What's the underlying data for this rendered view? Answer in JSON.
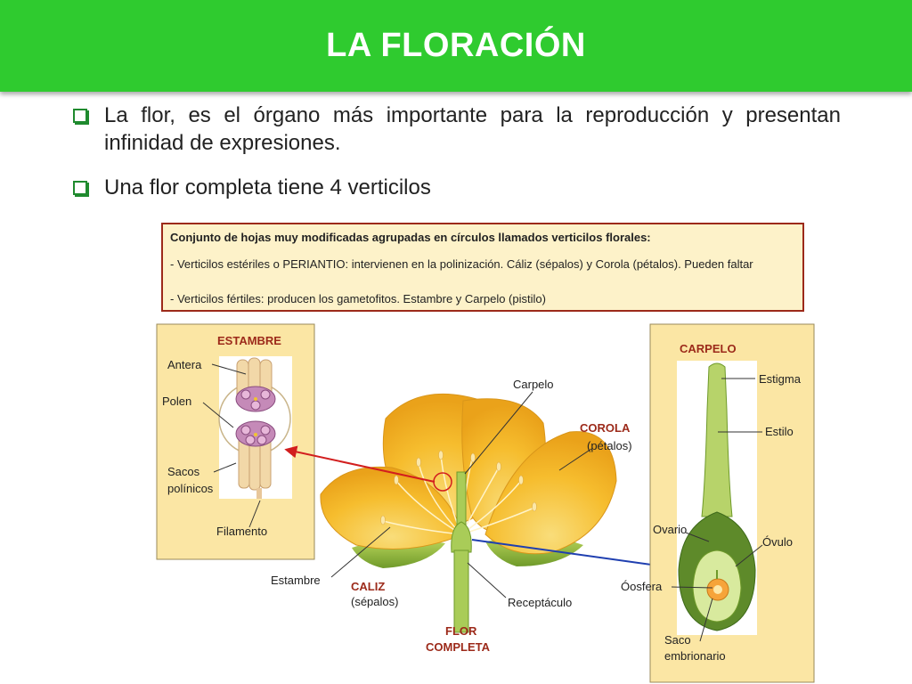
{
  "header": {
    "title": "LA FLORACIÓN"
  },
  "bullets": [
    "La flor, es el órgano más importante para la reproducción y presentan infinidad de expresiones.",
    "Una flor completa tiene 4 verticilos"
  ],
  "info": {
    "line1": "Conjunto de hojas muy modificadas agrupadas en círculos llamados verticilos florales:",
    "line2": "- Verticilos estériles o PERIANTIO: intervienen en la polinización. Cáliz (sépalos) y Corola (pétalos). Pueden faltar",
    "line3": "- Verticilos fértiles: producen los gametofitos. Estambre y Carpelo (pistilo)"
  },
  "estambre": {
    "title": "ESTAMBRE",
    "antera": "Antera",
    "polen": "Polen",
    "sacos_1": "Sacos",
    "sacos_2": "polínicos",
    "filamento": "Filamento"
  },
  "flower": {
    "carpelo": "Carpelo",
    "corola": "COROLA",
    "petalos": "(pétalos)",
    "estambre": "Estambre",
    "caliz": "CALIZ",
    "sepalos": "(sépalos)",
    "receptaculo": "Receptáculo",
    "flor_1": "FLOR",
    "flor_2": "COMPLETA"
  },
  "carpelo": {
    "title": "CARPELO",
    "estigma": "Estigma",
    "estilo": "Estilo",
    "ovario": "Ovario",
    "ovulo": "Óvulo",
    "oosfera": "Óosfera",
    "saco_1": "Saco",
    "saco_2": "embrionario"
  },
  "colors": {
    "title_bar": "#2fcb2f",
    "bullet_box": "#1f8a2e",
    "info_bg": "#fdf2c9",
    "info_border": "#9c2a1a",
    "panel_bg": "#fbe6a4",
    "petal": "#f6bd2e",
    "sepal": "#8fb83a",
    "arrow_red": "#d21e1e",
    "arrow_blue": "#1f3fb0"
  }
}
